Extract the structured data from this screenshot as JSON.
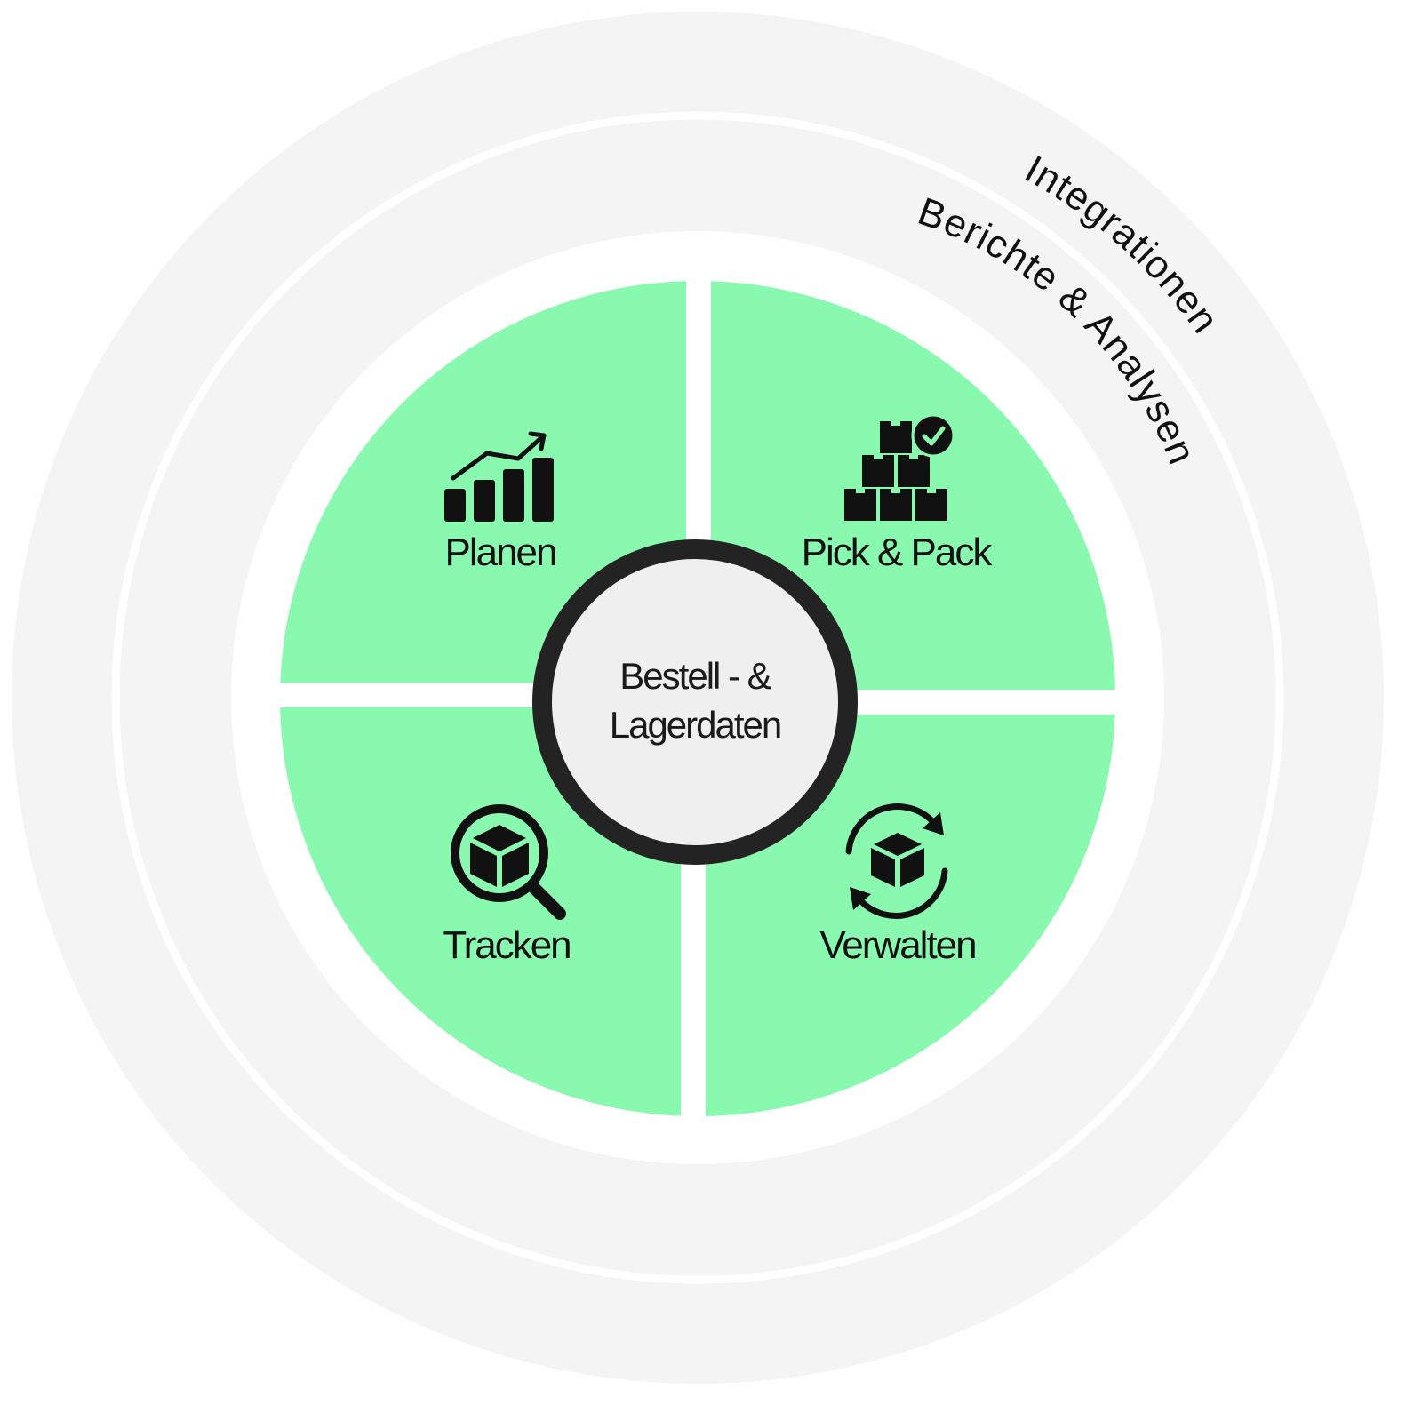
{
  "rings": {
    "outer_label": "Integrationen",
    "inner_label": "Berichte & Analysen"
  },
  "quadrants": [
    {
      "id": "planen",
      "label": "Planen",
      "icon": "growth-chart-icon"
    },
    {
      "id": "pick-pack",
      "label": "Pick & Pack",
      "icon": "stacked-boxes-check-icon"
    },
    {
      "id": "tracken",
      "label": "Tracken",
      "icon": "box-search-icon"
    },
    {
      "id": "verwalten",
      "label": "Verwalten",
      "icon": "box-cycle-icon"
    }
  ],
  "center": {
    "line1": "Bestell - &",
    "line2": "Lagerdaten"
  },
  "colors": {
    "outer_ring": "#f4f4f4",
    "quadrant_fill": "#8af9b0",
    "center_fill": "#efefef",
    "center_border": "#232323",
    "icon": "#111111"
  }
}
